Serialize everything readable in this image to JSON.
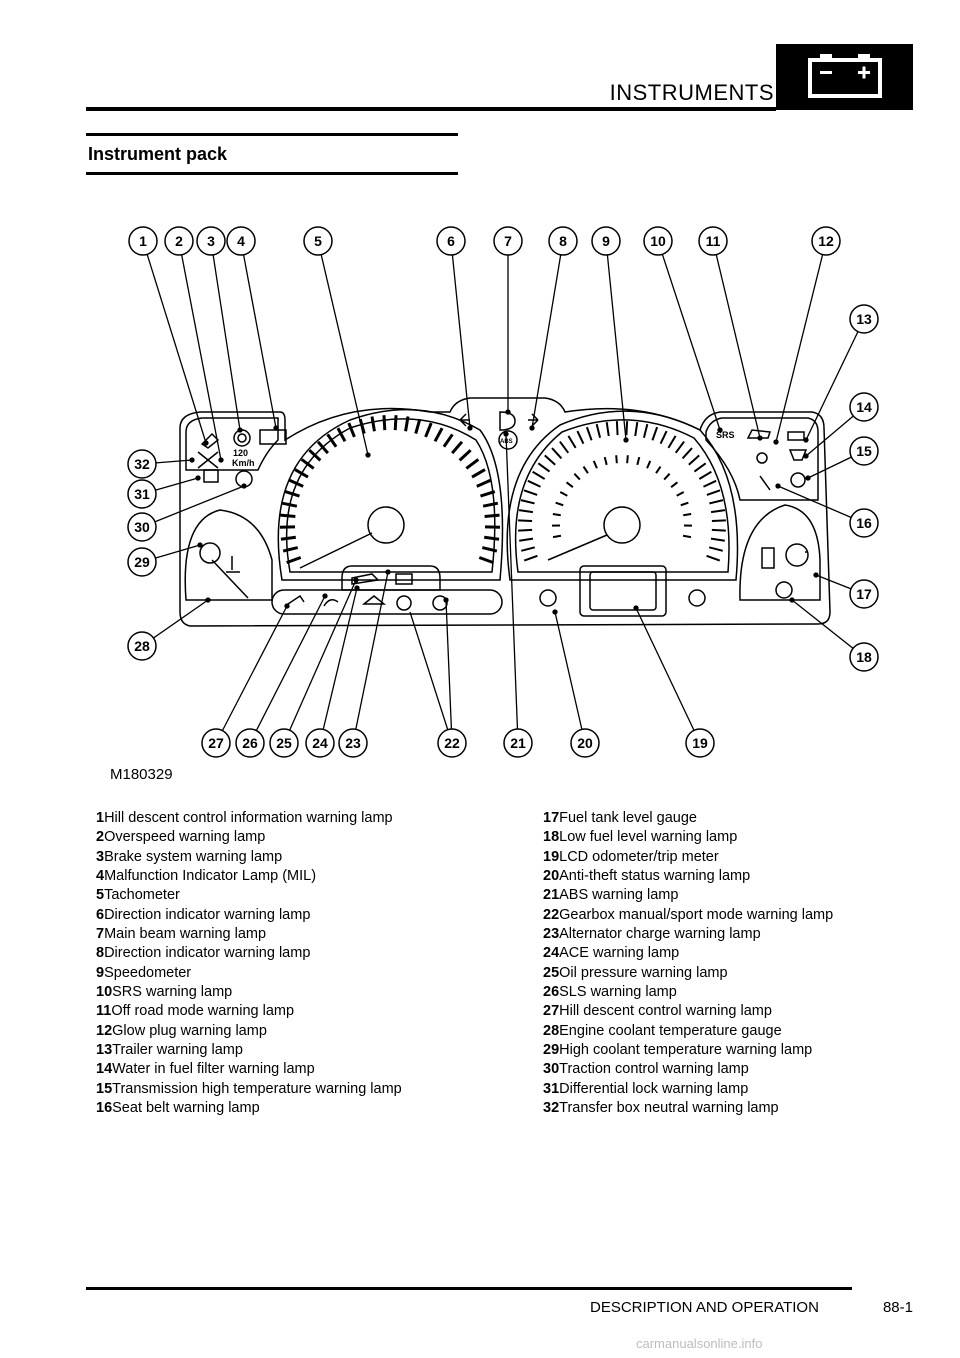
{
  "header": {
    "title": "INSTRUMENTS",
    "icon": "battery-icon"
  },
  "section": {
    "title": "Instrument pack"
  },
  "figure": {
    "id": "M180329",
    "lcd_speed_label": "120",
    "lcd_unit_label": "Km/h",
    "srs_label": "SRS",
    "abs_label": "ABS",
    "callouts": [
      "1",
      "2",
      "3",
      "4",
      "5",
      "6",
      "7",
      "8",
      "9",
      "10",
      "11",
      "12",
      "13",
      "14",
      "15",
      "16",
      "17",
      "18",
      "19",
      "20",
      "21",
      "22",
      "23",
      "24",
      "25",
      "26",
      "27",
      "28",
      "29",
      "30",
      "31",
      "32"
    ]
  },
  "legend": {
    "left": [
      {
        "num": "1",
        "text": "Hill descent control information warning lamp"
      },
      {
        "num": "2",
        "text": "Overspeed warning lamp"
      },
      {
        "num": "3",
        "text": "Brake system warning lamp"
      },
      {
        "num": "4",
        "text": "Malfunction Indicator Lamp (MIL)"
      },
      {
        "num": "5",
        "text": "Tachometer"
      },
      {
        "num": "6",
        "text": "Direction indicator warning lamp"
      },
      {
        "num": "7",
        "text": "Main beam warning lamp"
      },
      {
        "num": "8",
        "text": "Direction indicator warning lamp"
      },
      {
        "num": "9",
        "text": "Speedometer"
      },
      {
        "num": "10",
        "text": "SRS warning lamp"
      },
      {
        "num": "11",
        "text": "Off road mode warning lamp"
      },
      {
        "num": "12",
        "text": "Glow plug warning lamp"
      },
      {
        "num": "13",
        "text": "Trailer warning lamp"
      },
      {
        "num": "14",
        "text": "Water in fuel filter warning lamp"
      },
      {
        "num": "15",
        "text": "Transmission high temperature warning lamp"
      },
      {
        "num": "16",
        "text": "Seat belt warning lamp"
      }
    ],
    "right": [
      {
        "num": "17",
        "text": "Fuel tank level gauge"
      },
      {
        "num": "18",
        "text": "Low fuel level warning lamp"
      },
      {
        "num": "19",
        "text": "LCD odometer/trip meter"
      },
      {
        "num": "20",
        "text": "Anti-theft status warning lamp"
      },
      {
        "num": "21",
        "text": "ABS warning lamp"
      },
      {
        "num": "22",
        "text": "Gearbox manual/sport mode warning lamp"
      },
      {
        "num": "23",
        "text": "Alternator charge warning lamp"
      },
      {
        "num": "24",
        "text": "ACE warning lamp"
      },
      {
        "num": "25",
        "text": "Oil pressure warning lamp"
      },
      {
        "num": "26",
        "text": "SLS warning lamp"
      },
      {
        "num": "27",
        "text": "Hill descent control warning lamp"
      },
      {
        "num": "28",
        "text": "Engine coolant temperature gauge"
      },
      {
        "num": "29",
        "text": "High coolant temperature warning lamp"
      },
      {
        "num": "30",
        "text": "Traction control warning lamp"
      },
      {
        "num": "31",
        "text": "Differential lock warning lamp"
      },
      {
        "num": "32",
        "text": "Transfer box neutral warning lamp"
      }
    ]
  },
  "footer": {
    "section": "DESCRIPTION AND OPERATION",
    "page": "88-1"
  },
  "watermark": "carmanualsonline.info"
}
